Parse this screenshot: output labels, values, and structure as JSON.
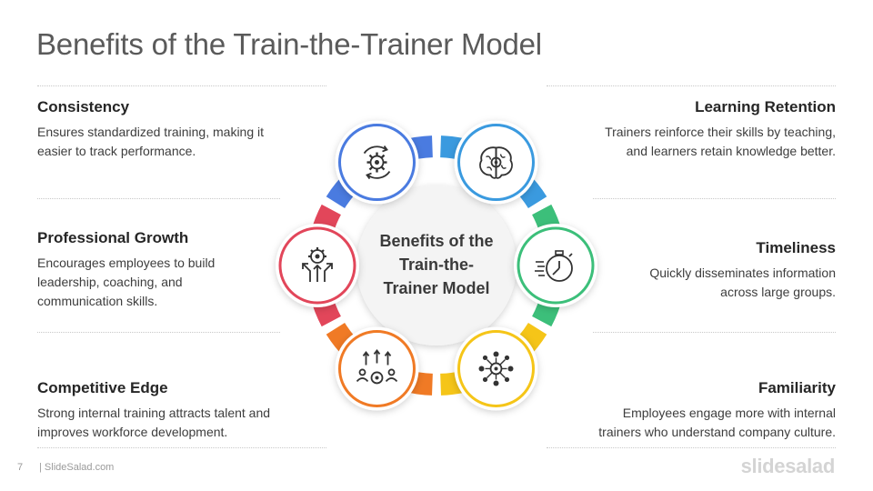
{
  "slide": {
    "title": "Benefits of the Train-the-Trainer Model",
    "center_text_lines": [
      "Benefits of the",
      "Train-the-",
      "Trainer Model"
    ]
  },
  "items": [
    {
      "title": "Consistency",
      "desc_lines": [
        "Ensures standardized training, making it",
        "easier to track performance."
      ],
      "icon": "gears-cycle-icon",
      "color": "#4a7be0"
    },
    {
      "title": "Learning Retention",
      "desc_lines": [
        "Trainers reinforce their skills by teaching,",
        "and learners retain knowledge better."
      ],
      "icon": "brain-gear-icon",
      "color": "#3a9adf"
    },
    {
      "title": "Timeliness",
      "desc_lines": [
        "Quickly disseminates information",
        "across large groups."
      ],
      "icon": "fast-stopwatch-icon",
      "color": "#3cbf7a"
    },
    {
      "title": "Familiarity",
      "desc_lines": [
        "Employees engage more with internal",
        "trainers who understand company culture."
      ],
      "icon": "team-network-gear-icon",
      "color": "#f5c518"
    },
    {
      "title": "Competitive Edge",
      "desc_lines": [
        "Strong internal training attracts talent and",
        "improves workforce development."
      ],
      "icon": "people-growth-arrows-icon",
      "color": "#f07a25"
    },
    {
      "title": "Professional Growth",
      "desc_lines": [
        "Encourages employees to build",
        "leadership, coaching, and",
        "communication skills."
      ],
      "icon": "gear-arrows-up-icon",
      "color": "#e2465a"
    }
  ],
  "footer": {
    "page_number": "7",
    "source": "| SlideSalad.com",
    "logo": "slidesalad"
  }
}
